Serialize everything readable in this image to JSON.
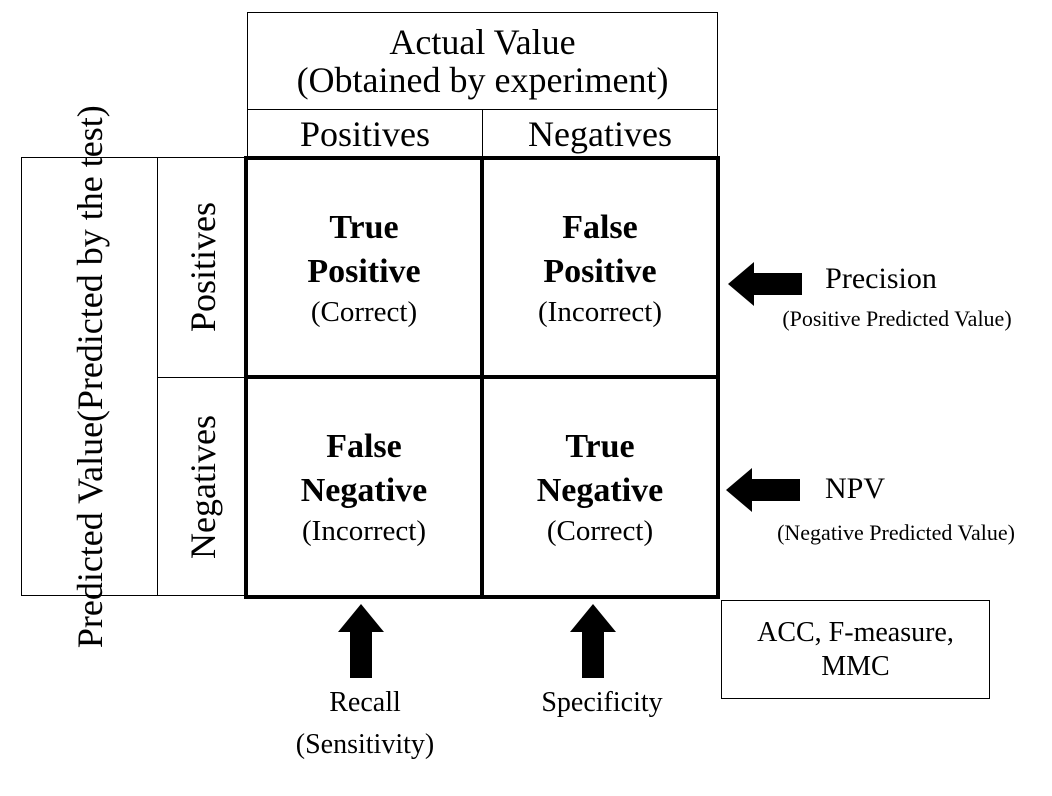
{
  "actual": {
    "header_line1": "Actual Value",
    "header_line2": "(Obtained by experiment)",
    "col_positives": "Positives",
    "col_negatives": "Negatives"
  },
  "predicted": {
    "header_line1": "Predicted Value",
    "header_line2": "(Predicted by the test)",
    "row_positives": "Positives",
    "row_negatives": "Negatives"
  },
  "cells": {
    "tp": {
      "line1": "True",
      "line2": "Positive",
      "note": "(Correct)"
    },
    "fp": {
      "line1": "False",
      "line2": "Positive",
      "note": "(Incorrect)"
    },
    "fn": {
      "line1": "False",
      "line2": "Negative",
      "note": "(Incorrect)"
    },
    "tn": {
      "line1": "True",
      "line2": "Negative",
      "note": "(Correct)"
    }
  },
  "metrics": {
    "precision": {
      "name": "Precision",
      "sub": "(Positive Predicted Value)"
    },
    "npv": {
      "name": "NPV",
      "sub": "(Negative Predicted Value)"
    },
    "recall": {
      "name": "Recall",
      "sub": "(Sensitivity)"
    },
    "specificity": {
      "name": "Specificity"
    },
    "overall": {
      "line1": "ACC, F-measure,",
      "line2": "MMC"
    }
  },
  "icons": {
    "arrow_left": "arrow-left-icon",
    "arrow_up": "arrow-up-icon"
  }
}
